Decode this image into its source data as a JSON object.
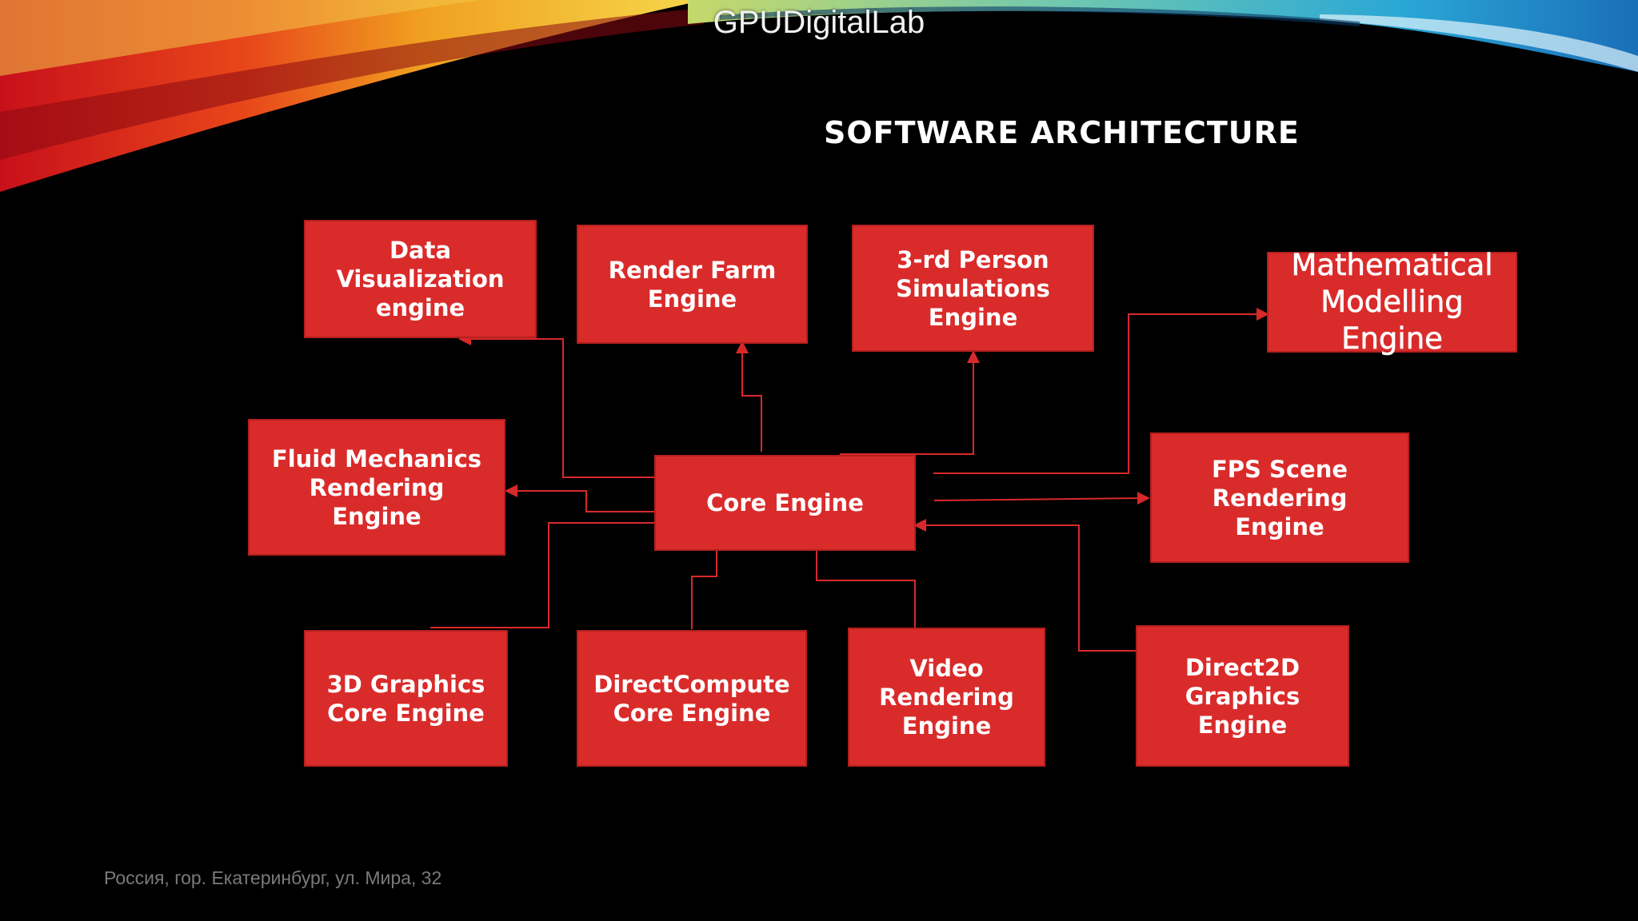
{
  "header": {
    "brand": "GPUDigitalLab"
  },
  "slide": {
    "title": "SOFTWARE ARCHITECTURE"
  },
  "diagram": {
    "core": "Core Engine",
    "data_viz": "Data\nVisualization\nengine",
    "render_farm": "Render Farm\nEngine",
    "third_person": "3-rd Person\nSimulations\nEngine",
    "math_model": "Mathematical\nModelling\nEngine",
    "fluid": "Fluid Mechanics\nRendering\nEngine",
    "fps": "FPS Scene\nRendering\nEngine",
    "graphics3d": "3D Graphics\nCore Engine",
    "directcompute": "DirectCompute\nCore Engine",
    "video": "Video\nRendering\nEngine",
    "direct2d": "Direct2D\nGraphics\nEngine"
  },
  "footer": {
    "address": "Россия, гор. Екатеринбург, ул. Мира, 32"
  },
  "colors": {
    "box": "#da2b2b",
    "connector": "#d8292a",
    "background": "#000000"
  }
}
